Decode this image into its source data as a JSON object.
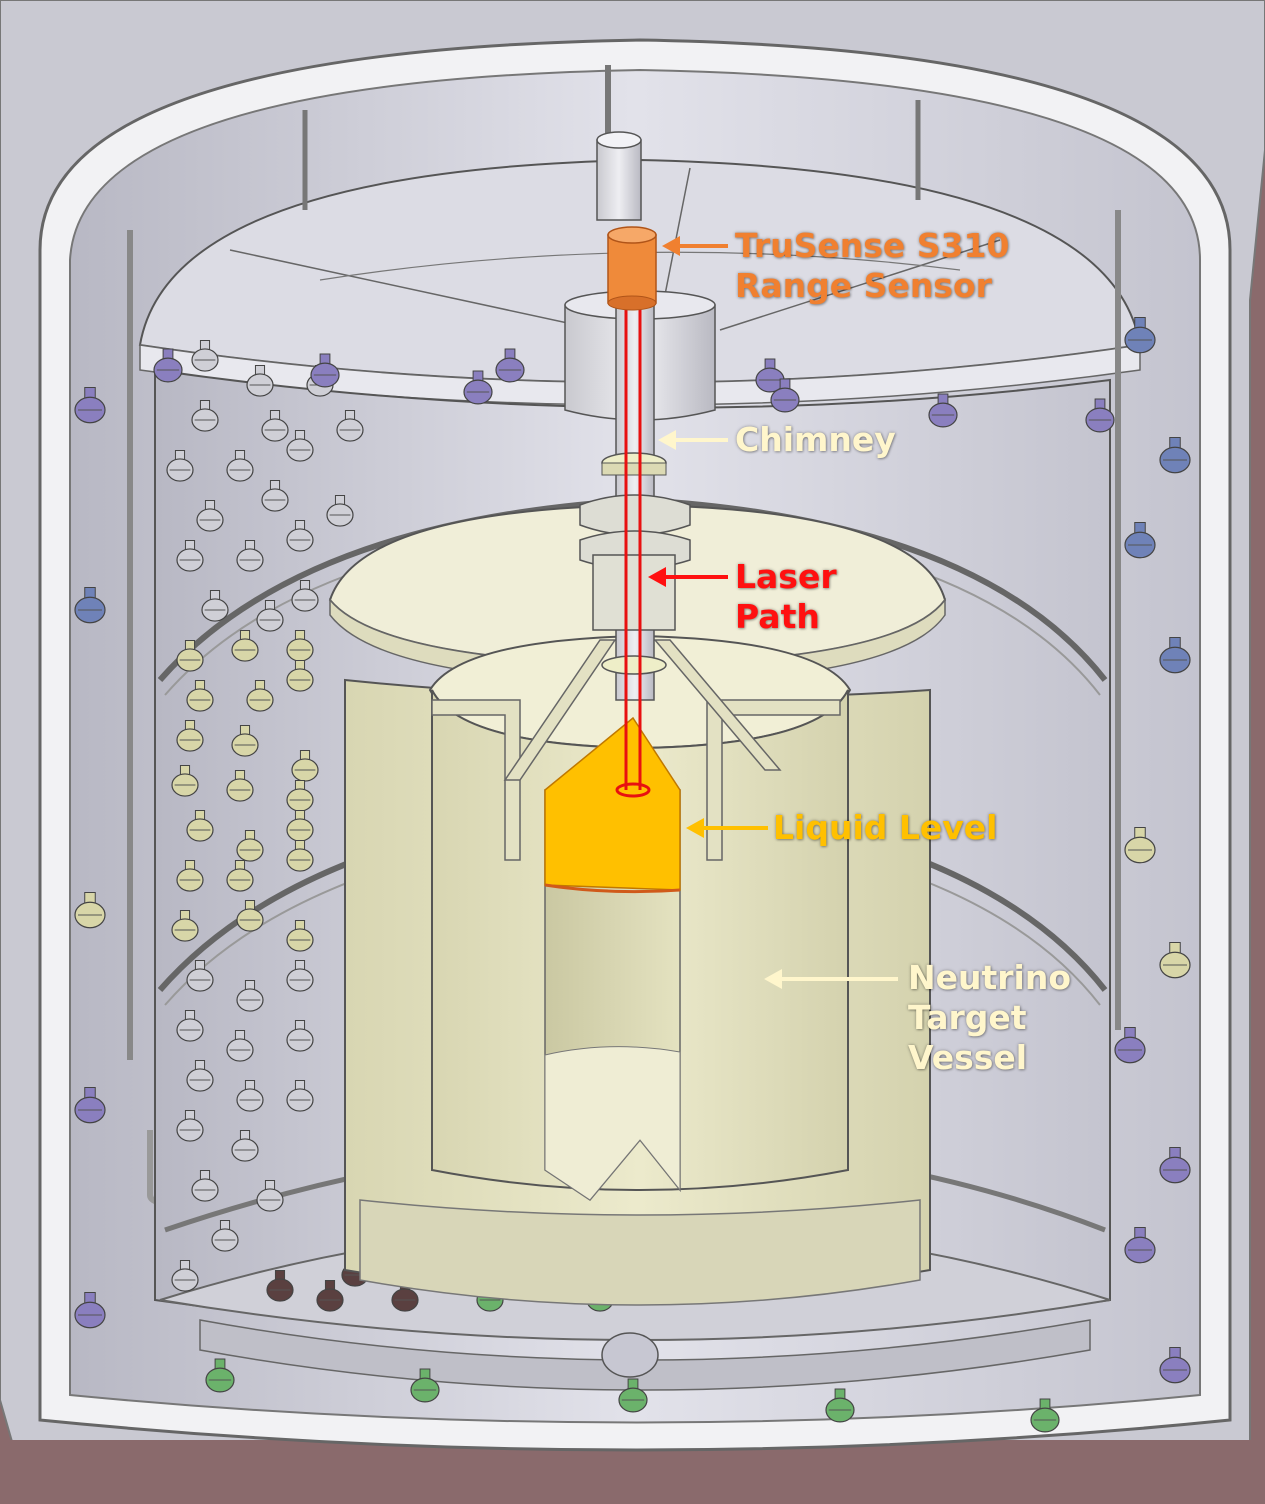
{
  "labels": {
    "sensor": {
      "line1": "TruSense S310",
      "line2": "Range Sensor"
    },
    "chimney": "Chimney",
    "laser": {
      "line1": "Laser",
      "line2": "Path"
    },
    "liquid": "Liquid Level",
    "vessel": {
      "line1": "Neutrino",
      "line2": "Target",
      "line3": "Vessel"
    }
  },
  "colors": {
    "background": "#8a6a6c",
    "sensor_label": "#f08030",
    "chimney_label": "#fff6cc",
    "laser_label": "#ff1010",
    "liquid_label": "#ffc000",
    "vessel_label": "#fff6cc",
    "vessel_body": "#e6e4c4",
    "liquid_fill": "#ffc000",
    "sensor_body": "#ef8a3a",
    "laser": "#e81010"
  },
  "pmt_colors": [
    "#8a7fbf",
    "#6f82b8",
    "#cfcfd6",
    "#d8d6a8",
    "#6bb26b",
    "#5a4040"
  ]
}
